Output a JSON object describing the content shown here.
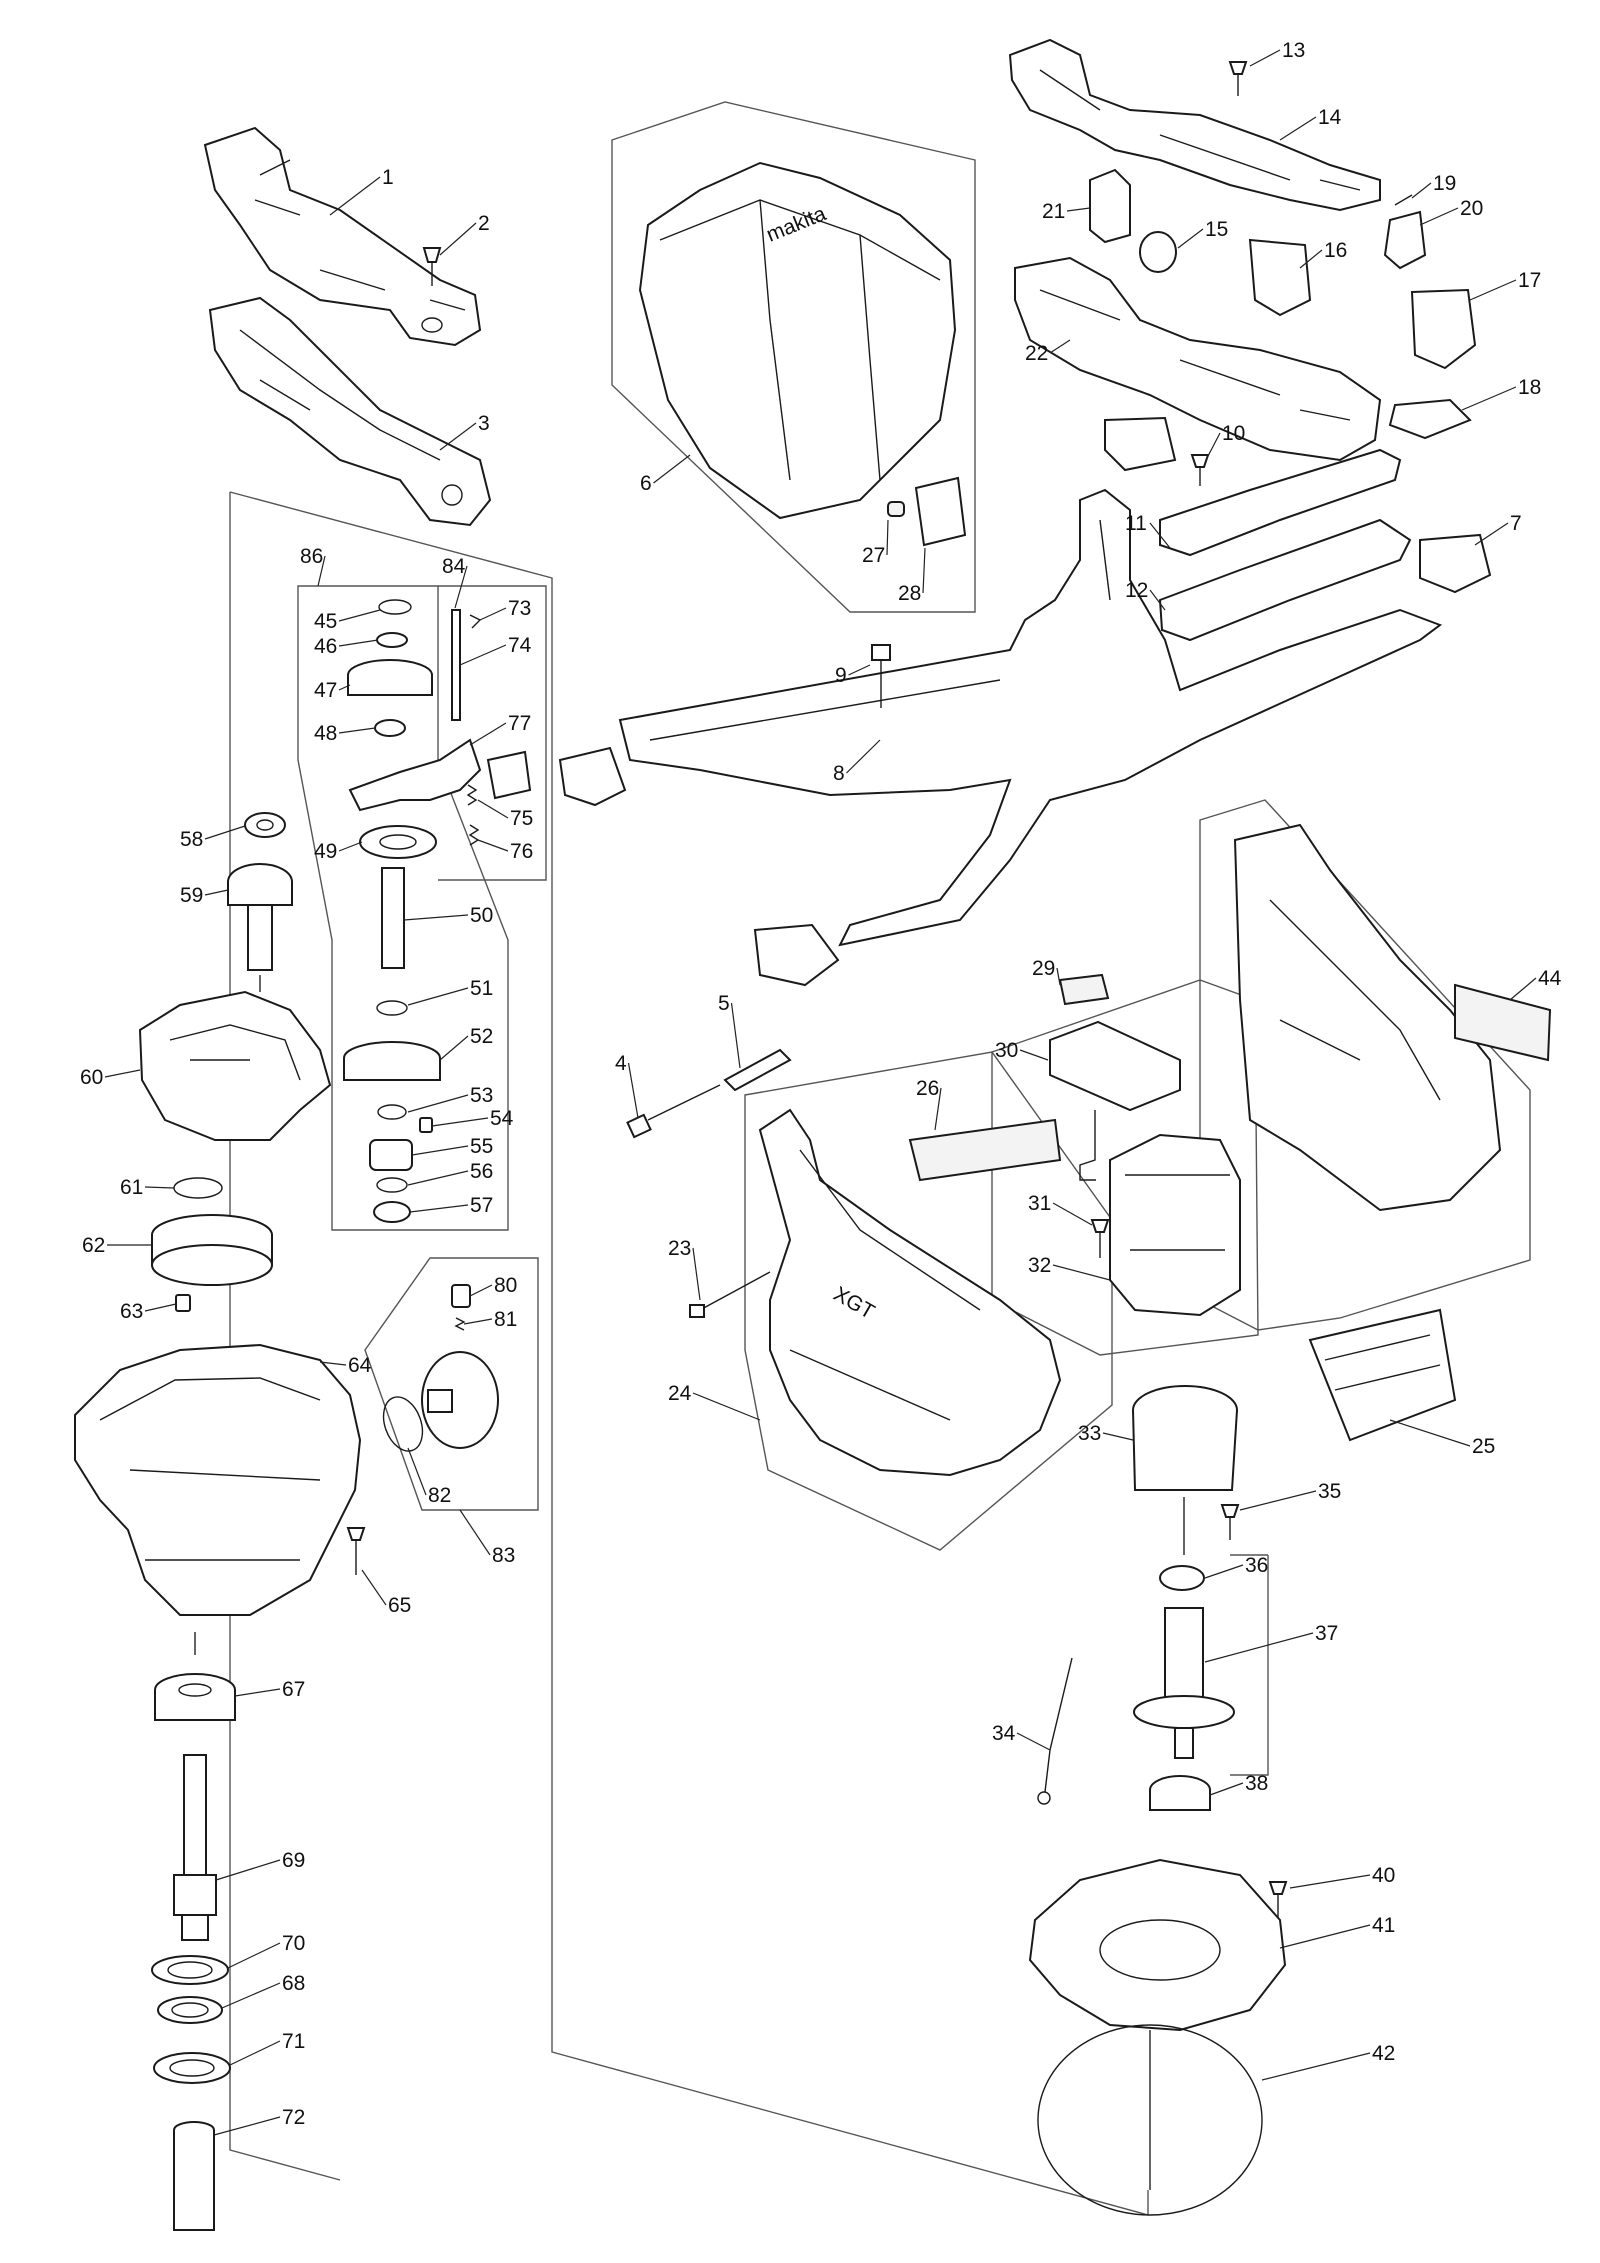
{
  "diagram": {
    "brand_mark": "makita",
    "model_mark": "XGT",
    "parts": [
      {
        "ref": "1"
      },
      {
        "ref": "2"
      },
      {
        "ref": "3"
      },
      {
        "ref": "4"
      },
      {
        "ref": "5"
      },
      {
        "ref": "6"
      },
      {
        "ref": "7"
      },
      {
        "ref": "8"
      },
      {
        "ref": "9"
      },
      {
        "ref": "10"
      },
      {
        "ref": "11"
      },
      {
        "ref": "12"
      },
      {
        "ref": "13"
      },
      {
        "ref": "14"
      },
      {
        "ref": "15"
      },
      {
        "ref": "16"
      },
      {
        "ref": "17"
      },
      {
        "ref": "18"
      },
      {
        "ref": "19"
      },
      {
        "ref": "20"
      },
      {
        "ref": "21"
      },
      {
        "ref": "22"
      },
      {
        "ref": "23"
      },
      {
        "ref": "24"
      },
      {
        "ref": "25"
      },
      {
        "ref": "26"
      },
      {
        "ref": "27"
      },
      {
        "ref": "28"
      },
      {
        "ref": "29"
      },
      {
        "ref": "30"
      },
      {
        "ref": "31"
      },
      {
        "ref": "32"
      },
      {
        "ref": "33"
      },
      {
        "ref": "34"
      },
      {
        "ref": "35"
      },
      {
        "ref": "36"
      },
      {
        "ref": "37"
      },
      {
        "ref": "38"
      },
      {
        "ref": "40"
      },
      {
        "ref": "41"
      },
      {
        "ref": "42"
      },
      {
        "ref": "44"
      },
      {
        "ref": "45"
      },
      {
        "ref": "46"
      },
      {
        "ref": "47"
      },
      {
        "ref": "48"
      },
      {
        "ref": "49"
      },
      {
        "ref": "50"
      },
      {
        "ref": "51"
      },
      {
        "ref": "52"
      },
      {
        "ref": "53"
      },
      {
        "ref": "54"
      },
      {
        "ref": "55"
      },
      {
        "ref": "56"
      },
      {
        "ref": "57"
      },
      {
        "ref": "58"
      },
      {
        "ref": "59"
      },
      {
        "ref": "60"
      },
      {
        "ref": "61"
      },
      {
        "ref": "62"
      },
      {
        "ref": "63"
      },
      {
        "ref": "64"
      },
      {
        "ref": "65"
      },
      {
        "ref": "67"
      },
      {
        "ref": "68"
      },
      {
        "ref": "69"
      },
      {
        "ref": "70"
      },
      {
        "ref": "71"
      },
      {
        "ref": "72"
      },
      {
        "ref": "73"
      },
      {
        "ref": "74"
      },
      {
        "ref": "75"
      },
      {
        "ref": "76"
      },
      {
        "ref": "77"
      },
      {
        "ref": "80"
      },
      {
        "ref": "81"
      },
      {
        "ref": "82"
      },
      {
        "ref": "83"
      },
      {
        "ref": "84"
      },
      {
        "ref": "86"
      }
    ]
  },
  "colors": {
    "line": "#1a1a1a",
    "background": "#ffffff"
  }
}
